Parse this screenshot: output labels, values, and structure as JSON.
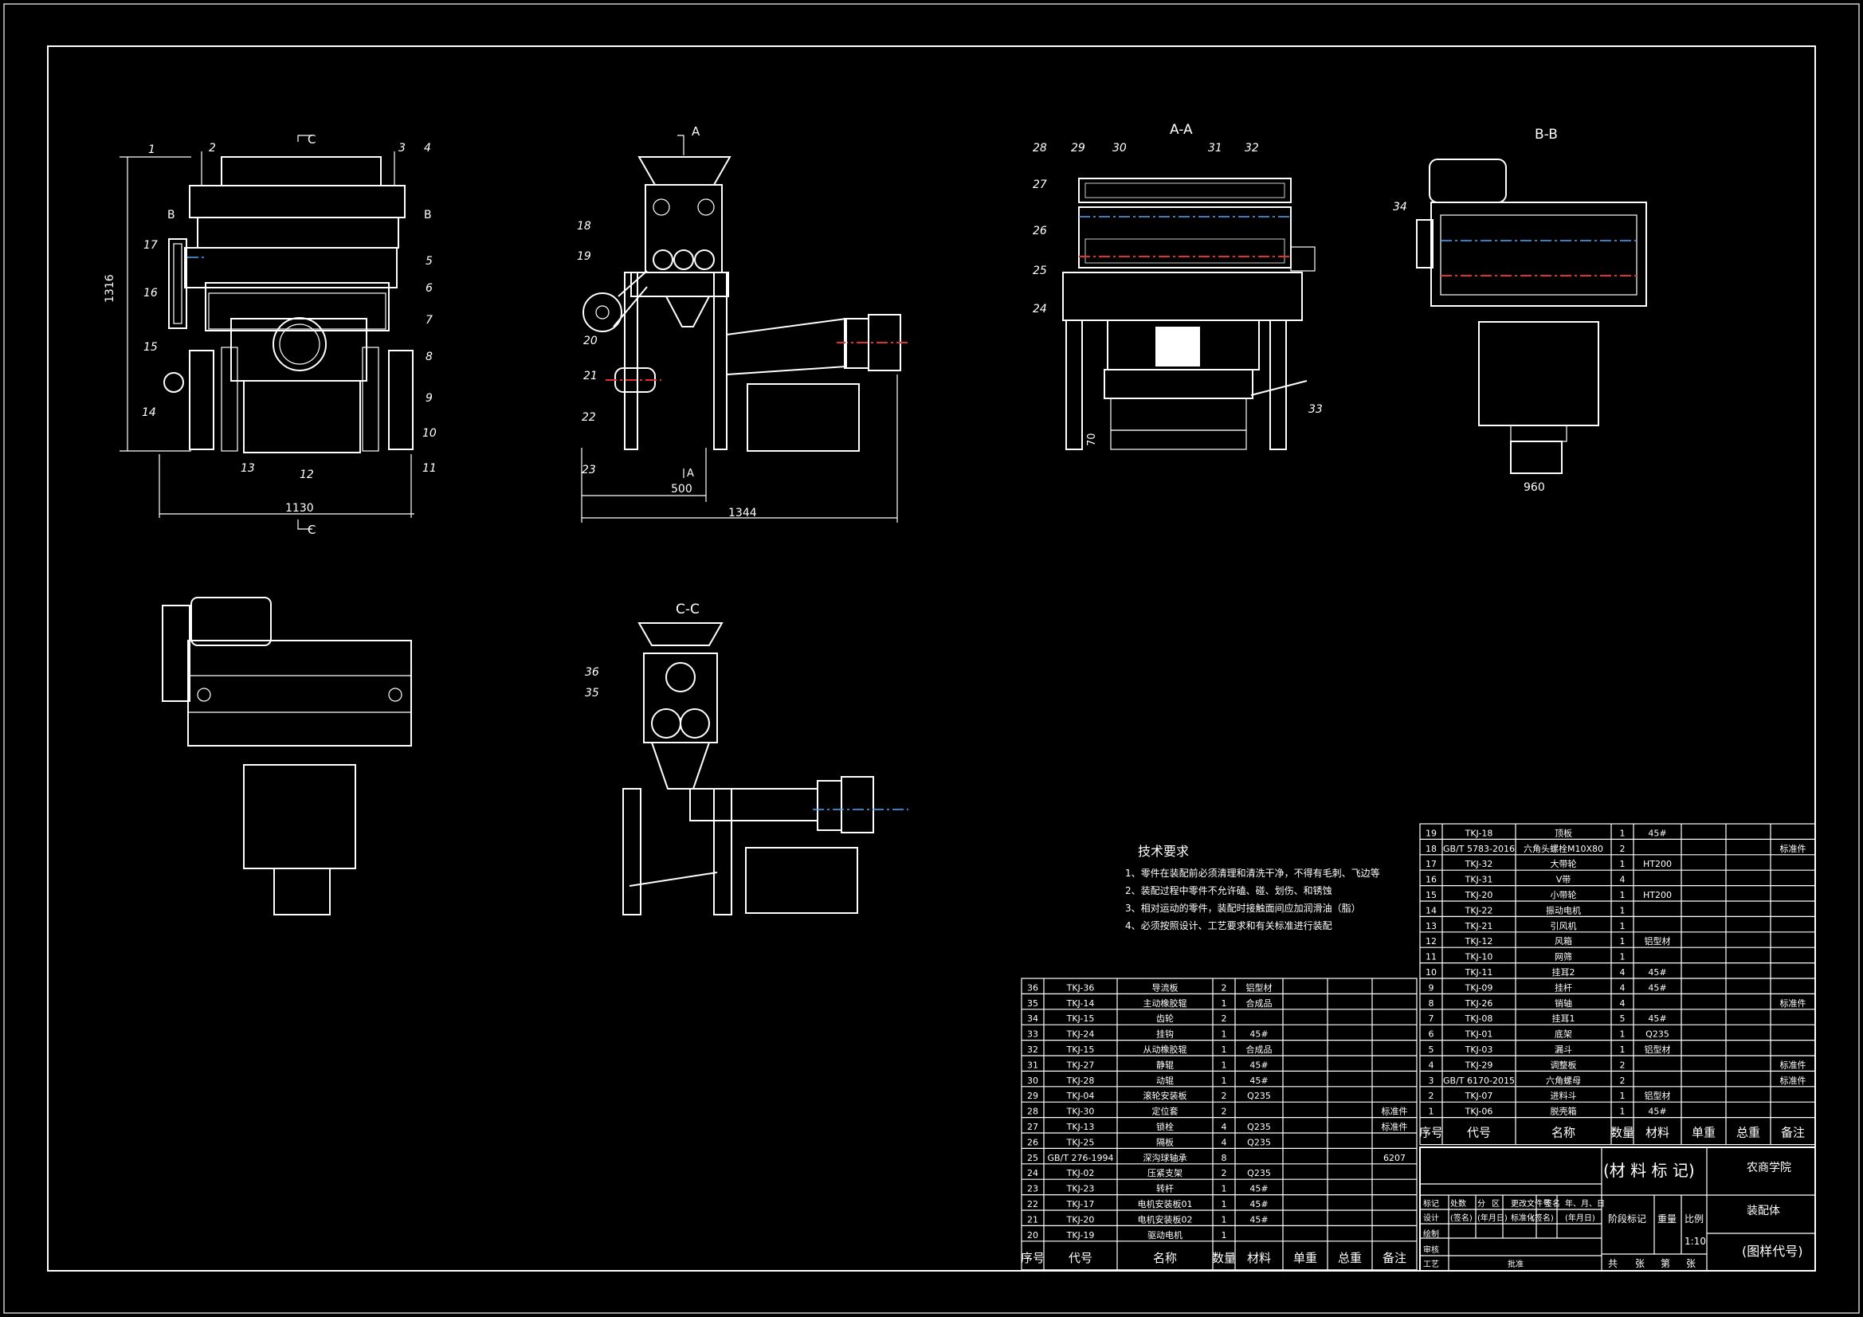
{
  "views": {
    "labels": {
      "aa": "A-A",
      "bb": "B-B",
      "cc": "C-C",
      "c_top": "C",
      "c_bot": "C",
      "a_top": "A",
      "a_bot": "A",
      "b_left": "B",
      "b_right": "B"
    },
    "dims": {
      "front_height": "1316",
      "front_width": "1130",
      "side_500": "500",
      "side_1344": "1344",
      "aa_70": "70",
      "bb_960": "960"
    },
    "part_callouts_front": [
      "1",
      "2",
      "3",
      "4",
      "5",
      "6",
      "7",
      "8",
      "9",
      "10",
      "11",
      "12",
      "13",
      "14",
      "15",
      "16",
      "17"
    ],
    "part_callouts_side": [
      "18",
      "19",
      "20",
      "21",
      "22",
      "23"
    ],
    "part_callouts_aa": [
      "24",
      "25",
      "26",
      "27",
      "28",
      "29",
      "30",
      "31",
      "32",
      "33"
    ],
    "part_callouts_bb": [
      "34"
    ],
    "part_callouts_cc": [
      "35",
      "36"
    ]
  },
  "tech": {
    "title": "技术要求",
    "items": [
      "1、零件在装配前必须清理和清洗干净，不得有毛刺、飞边等",
      "2、装配过程中零件不允许磕、碰、划伤、和锈蚀",
      "3、相对运动的零件，装配时接触面间应加润滑油（脂）",
      "4、必须按照设计、工艺要求和有关标准进行装配"
    ]
  },
  "bom_left": {
    "rows": [
      [
        "36",
        "TKJ-36",
        "导流板",
        "2",
        "铝型材",
        "",
        "",
        ""
      ],
      [
        "35",
        "TKJ-14",
        "主动橡胶辊",
        "1",
        "合成品",
        "",
        "",
        ""
      ],
      [
        "34",
        "TKJ-15",
        "齿轮",
        "2",
        "",
        "",
        "",
        ""
      ],
      [
        "33",
        "TKJ-24",
        "挂钩",
        "1",
        "45#",
        "",
        "",
        ""
      ],
      [
        "32",
        "TKJ-15",
        "从动橡胶辊",
        "1",
        "合成品",
        "",
        "",
        ""
      ],
      [
        "31",
        "TKJ-27",
        "静辊",
        "1",
        "45#",
        "",
        "",
        ""
      ],
      [
        "30",
        "TKJ-28",
        "动辊",
        "1",
        "45#",
        "",
        "",
        ""
      ],
      [
        "29",
        "TKJ-04",
        "滚轮安装板",
        "2",
        "Q235",
        "",
        "",
        ""
      ],
      [
        "28",
        "TKJ-30",
        "定位套",
        "2",
        "",
        "",
        "",
        "标准件"
      ],
      [
        "27",
        "TKJ-13",
        "锁栓",
        "4",
        "Q235",
        "",
        "",
        "标准件"
      ],
      [
        "26",
        "TKJ-25",
        "隔板",
        "4",
        "Q235",
        "",
        "",
        ""
      ],
      [
        "25",
        "GB/T 276-1994",
        "深沟球轴承",
        "8",
        "",
        "",
        "",
        "6207"
      ],
      [
        "24",
        "TKJ-02",
        "压紧支架",
        "2",
        "Q235",
        "",
        "",
        ""
      ],
      [
        "23",
        "TKJ-23",
        "转杆",
        "1",
        "45#",
        "",
        "",
        ""
      ],
      [
        "22",
        "TKJ-17",
        "电机安装板01",
        "1",
        "45#",
        "",
        "",
        ""
      ],
      [
        "21",
        "TKJ-20",
        "电机安装板02",
        "1",
        "45#",
        "",
        "",
        ""
      ],
      [
        "20",
        "TKJ-19",
        "驱动电机",
        "1",
        "",
        "",
        "",
        ""
      ]
    ],
    "header": [
      "序号",
      "代号",
      "名称",
      "数量",
      "材料",
      "单重",
      "总重",
      "备注"
    ]
  },
  "bom_right": {
    "rows": [
      [
        "19",
        "TKJ-18",
        "顶板",
        "1",
        "45#",
        "",
        "",
        ""
      ],
      [
        "18",
        "GB/T 5783-2016",
        "六角头螺栓M10X80",
        "2",
        "",
        "",
        "",
        "标准件"
      ],
      [
        "17",
        "TKJ-32",
        "大带轮",
        "1",
        "HT200",
        "",
        "",
        ""
      ],
      [
        "16",
        "TKJ-31",
        "V带",
        "4",
        "",
        "",
        "",
        ""
      ],
      [
        "15",
        "TKJ-20",
        "小带轮",
        "1",
        "HT200",
        "",
        "",
        ""
      ],
      [
        "14",
        "TKJ-22",
        "振动电机",
        "1",
        "",
        "",
        "",
        ""
      ],
      [
        "13",
        "TKJ-21",
        "引风机",
        "1",
        "",
        "",
        "",
        ""
      ],
      [
        "12",
        "TKJ-12",
        "风箱",
        "1",
        "铝型材",
        "",
        "",
        ""
      ],
      [
        "11",
        "TKJ-10",
        "网筛",
        "1",
        "",
        "",
        "",
        ""
      ],
      [
        "10",
        "TKJ-11",
        "挂耳2",
        "4",
        "45#",
        "",
        "",
        ""
      ],
      [
        "9",
        "TKJ-09",
        "挂杆",
        "4",
        "45#",
        "",
        "",
        ""
      ],
      [
        "8",
        "TKJ-26",
        "销轴",
        "4",
        "",
        "",
        "",
        "标准件"
      ],
      [
        "7",
        "TKJ-08",
        "挂耳1",
        "5",
        "45#",
        "",
        "",
        ""
      ],
      [
        "6",
        "TKJ-01",
        "底架",
        "1",
        "Q235",
        "",
        "",
        ""
      ],
      [
        "5",
        "TKJ-03",
        "漏斗",
        "1",
        "铝型材",
        "",
        "",
        ""
      ],
      [
        "4",
        "TKJ-29",
        "调整板",
        "2",
        "",
        "",
        "",
        "标准件"
      ],
      [
        "3",
        "GB/T 6170-2015",
        "六角螺母",
        "2",
        "",
        "",
        "",
        "标准件"
      ],
      [
        "2",
        "TKJ-07",
        "进料斗",
        "1",
        "铝型材",
        "",
        "",
        ""
      ],
      [
        "1",
        "TKJ-06",
        "脱壳箱",
        "1",
        "45#",
        "",
        "",
        ""
      ]
    ],
    "header": [
      "序号",
      "代号",
      "名称",
      "数量",
      "材料",
      "单重",
      "总重",
      "备注"
    ]
  },
  "title_block": {
    "material_mark": "(材 料 标 记)",
    "school": "农商学院",
    "drawing_name": "装配体",
    "drawing_code": "(图样代号)",
    "scale": "1:10",
    "rev_header": [
      "标记",
      "处数",
      "分",
      "区",
      "更改文件号",
      "签名",
      "年、月、日"
    ],
    "design_row": [
      "设计",
      "(签名)",
      "(年月日)",
      "标准化",
      "(签名)",
      "(年月日)"
    ],
    "labels": {
      "stage": "阶段标记",
      "weight": "重量",
      "ratio": "比例",
      "total": "共",
      "sheets": "张",
      "no": "第",
      "sheet": "张",
      "review": "审核",
      "process": "工艺",
      "approve": "批准",
      "draw": "绘制"
    }
  }
}
